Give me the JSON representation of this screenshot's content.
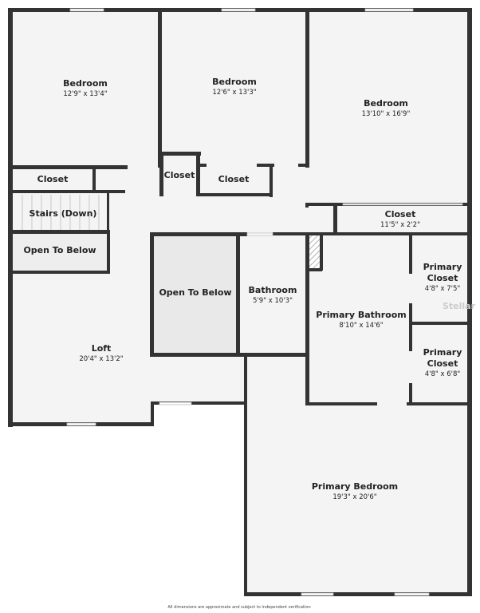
{
  "rooms": {
    "bedroom1": {
      "name": "Bedroom",
      "dims": "12'9\" x 13'4\""
    },
    "bedroom2": {
      "name": "Bedroom",
      "dims": "12'6\" x 13'3\""
    },
    "bedroom3": {
      "name": "Bedroom",
      "dims": "13'10\" x 16'9\""
    },
    "closet1": {
      "name": "Closet"
    },
    "closet2": {
      "name": "Closet"
    },
    "closet3": {
      "name": "Closet"
    },
    "closet4": {
      "name": "Closet",
      "dims": "11'5\" x 2'2\""
    },
    "stairs": {
      "name": "Stairs (Down)"
    },
    "open1": {
      "name": "Open To Below"
    },
    "open2": {
      "name": "Open To Below"
    },
    "bathroom": {
      "name": "Bathroom",
      "dims": "5'9\" x 10'3\""
    },
    "primary_bathroom": {
      "name": "Primary Bathroom",
      "dims": "8'10\" x 14'6\""
    },
    "primary_closet1": {
      "name1": "Primary",
      "name2": "Closet",
      "dims": "4'8\" x 7'5\""
    },
    "primary_closet2": {
      "name1": "Primary",
      "name2": "Closet",
      "dims": "4'8\" x 6'8\""
    },
    "loft": {
      "name": "Loft",
      "dims": "20'4\" x 13'2\""
    },
    "primary_bedroom": {
      "name": "Primary Bedroom",
      "dims": "19'3\" x 20'6\""
    }
  },
  "watermark": "Stellar",
  "footer": "All dimensions are approximate and subject to independent verification",
  "colors": {
    "wall": "#333333",
    "floor": "#f4f4f4",
    "open": "#e9e9e9"
  }
}
